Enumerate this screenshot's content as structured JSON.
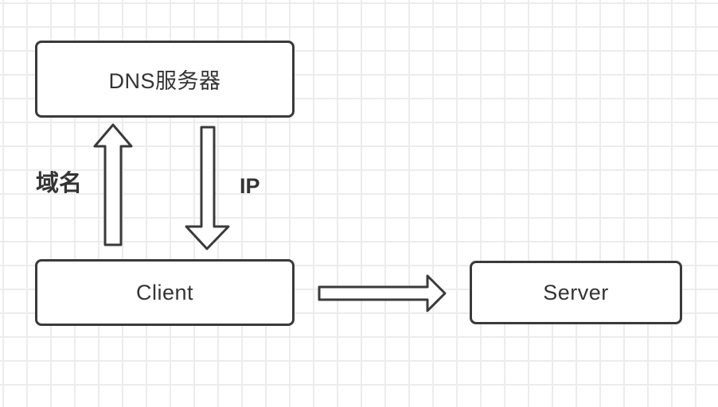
{
  "diagram": {
    "nodes": {
      "dns": {
        "label": "DNS服务器"
      },
      "client": {
        "label": "Client"
      },
      "server": {
        "label": "Server"
      }
    },
    "labels": {
      "domain": "域名",
      "ip": "IP"
    },
    "icons": {
      "up_arrow": "arrow-up-icon",
      "down_arrow": "arrow-down-icon",
      "right_arrow": "arrow-right-icon"
    },
    "colors": {
      "stroke": "#3a3a3a",
      "text": "#333333",
      "grid_line": "#ececec",
      "background": "#ffffff",
      "node_fill": "#ffffff"
    }
  }
}
